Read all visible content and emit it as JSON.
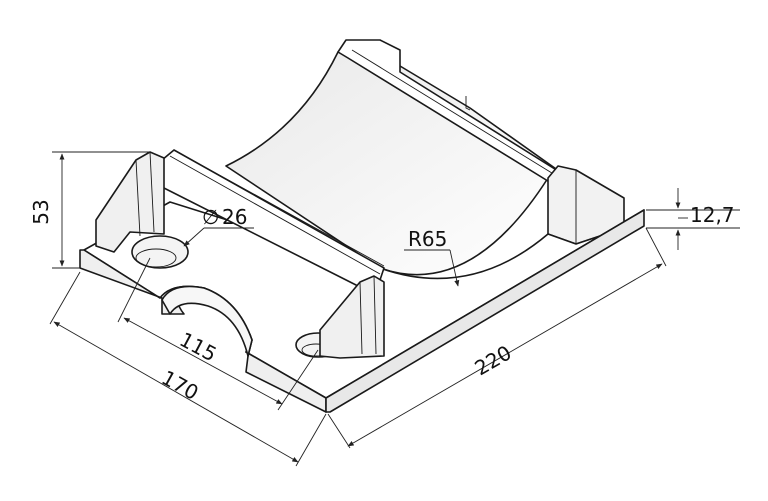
{
  "dimensions": {
    "height": "53",
    "hole_diameter": "26",
    "diameter_symbol": "∅",
    "radius": "R65",
    "width_outer": "170",
    "hole_spacing": "115",
    "length": "220",
    "base_thickness": "12,7"
  },
  "colors": {
    "line": "#1a1a1a",
    "face_light": "#ffffff",
    "face_shade": "#f2f2f2",
    "face_dark": "#e4e4e4"
  }
}
